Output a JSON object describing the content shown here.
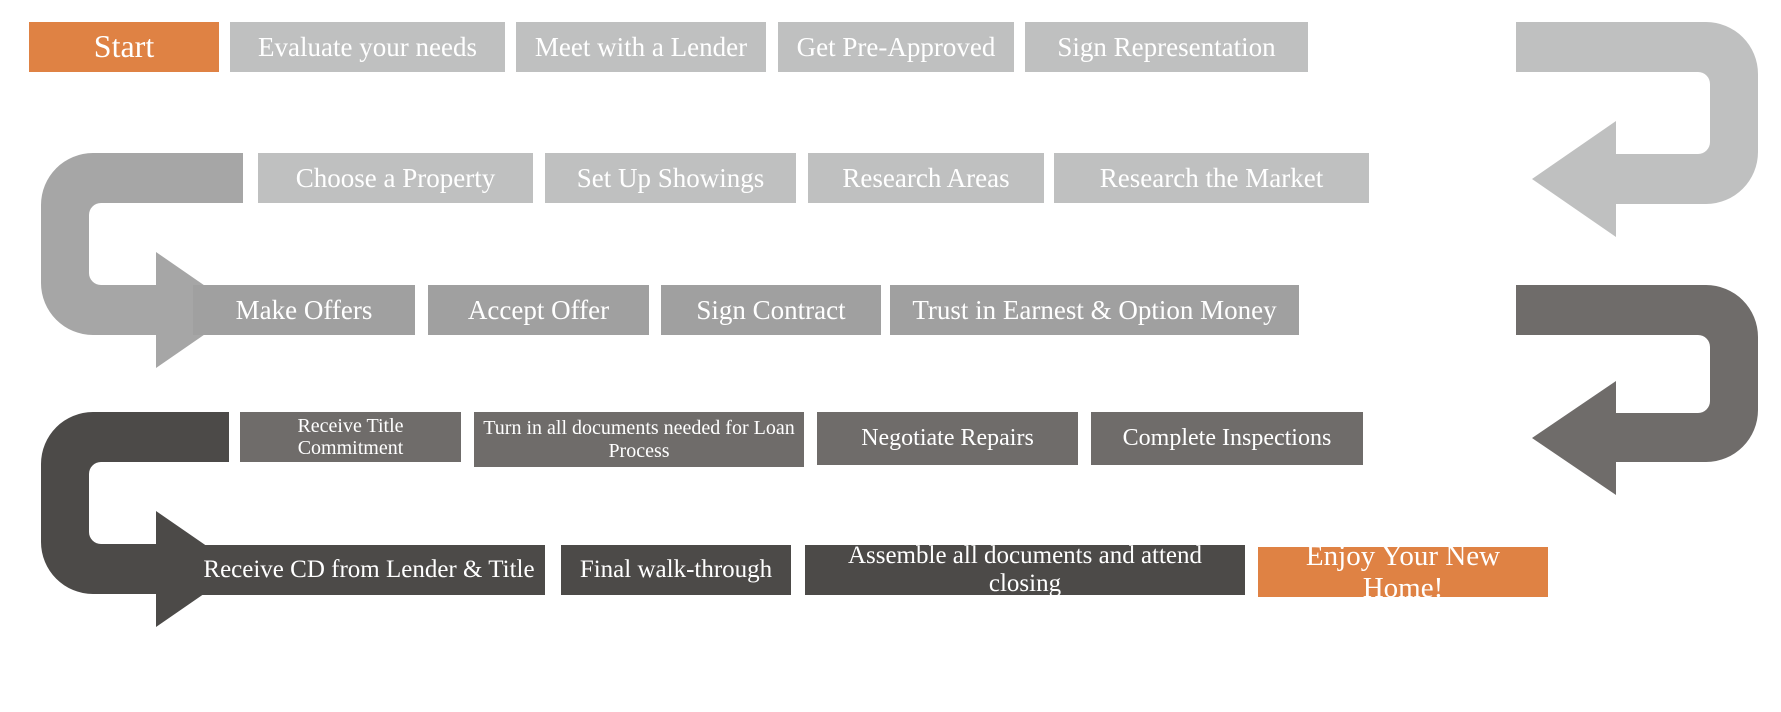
{
  "diagram": {
    "title": "Home Buying Process Flowchart",
    "colors": {
      "accent_orange": "#DF8244",
      "row1_gray": "#BFC0C0",
      "row2_gray": "#A6A6A6",
      "row3_gray": "#A0A0A0",
      "row4_gray": "#6F6C6A",
      "row5_gray": "#4C4A48",
      "text": "#FFFFFF",
      "background": "#FFFFFF"
    },
    "rows": [
      {
        "id": "row-1",
        "boxes": [
          {
            "label": "Start",
            "kind": "start"
          },
          {
            "label": "Evaluate your needs",
            "kind": "step"
          },
          {
            "label": "Meet with a Lender",
            "kind": "step"
          },
          {
            "label": "Get Pre-Approved",
            "kind": "step"
          },
          {
            "label": "Sign Representation",
            "kind": "step"
          }
        ]
      },
      {
        "id": "row-2",
        "boxes": [
          {
            "label": "Choose a Property",
            "kind": "step"
          },
          {
            "label": "Set Up Showings",
            "kind": "step"
          },
          {
            "label": "Research Areas",
            "kind": "step"
          },
          {
            "label": "Research the Market",
            "kind": "step"
          }
        ]
      },
      {
        "id": "row-3",
        "boxes": [
          {
            "label": "Make Offers",
            "kind": "step"
          },
          {
            "label": "Accept Offer",
            "kind": "step"
          },
          {
            "label": "Sign Contract",
            "kind": "step"
          },
          {
            "label": "Trust in Earnest & Option Money",
            "kind": "step"
          }
        ]
      },
      {
        "id": "row-4",
        "boxes": [
          {
            "label": "Receive Title Commitment",
            "kind": "step"
          },
          {
            "label": "Turn in all documents needed for Loan Process",
            "kind": "step"
          },
          {
            "label": "Negotiate Repairs",
            "kind": "step"
          },
          {
            "label": "Complete Inspections",
            "kind": "step"
          }
        ]
      },
      {
        "id": "row-5",
        "boxes": [
          {
            "label": "Receive CD from Lender & Title",
            "kind": "step"
          },
          {
            "label": "Final walk-through",
            "kind": "step"
          },
          {
            "label": "Assemble all documents and attend closing",
            "kind": "step"
          },
          {
            "label": "Enjoy Your New Home!",
            "kind": "finish"
          }
        ]
      }
    ],
    "connectors": [
      {
        "id": "connector-row1-to-row2",
        "direction": "right-wrap-leftward",
        "color": "#BFC0C0"
      },
      {
        "id": "connector-row2-to-row3",
        "direction": "left-wrap-rightward",
        "color": "#A6A6A6"
      },
      {
        "id": "connector-row3-to-row4",
        "direction": "right-wrap-leftward",
        "color": "#6F6C6A"
      },
      {
        "id": "connector-row4-to-row5",
        "direction": "left-wrap-rightward",
        "color": "#4C4A48"
      }
    ]
  }
}
